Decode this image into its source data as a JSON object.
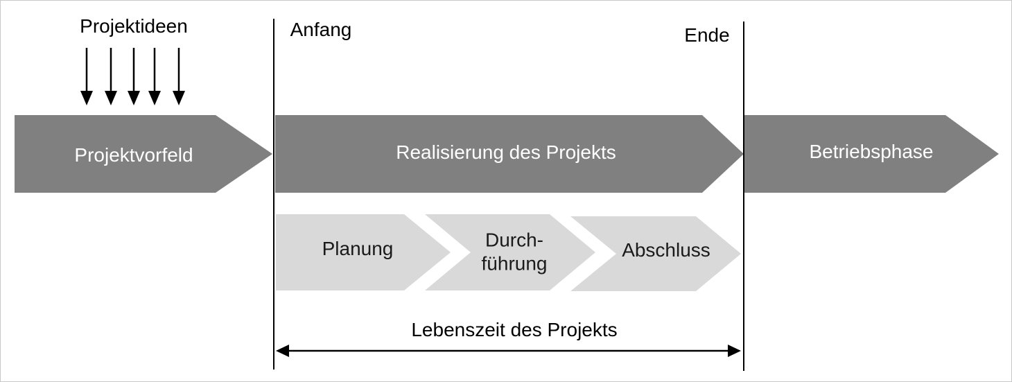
{
  "ideas_label": "Projektideen",
  "anfang_label": "Anfang",
  "ende_label": "Ende",
  "phases": {
    "vorfeld": "Projektvorfeld",
    "realisierung": "Realisierung des Projekts",
    "betrieb": "Betriebsphase"
  },
  "subphases": {
    "planung": "Planung",
    "durchfuehrung_1": "Durch-",
    "durchfuehrung_2": "führung",
    "abschluss": "Abschluss"
  },
  "lifetime_label": "Lebenszeit des Projekts",
  "colors": {
    "dark_phase": "#808080",
    "light_phase": "#d9d9d9",
    "lines": "#000000"
  }
}
